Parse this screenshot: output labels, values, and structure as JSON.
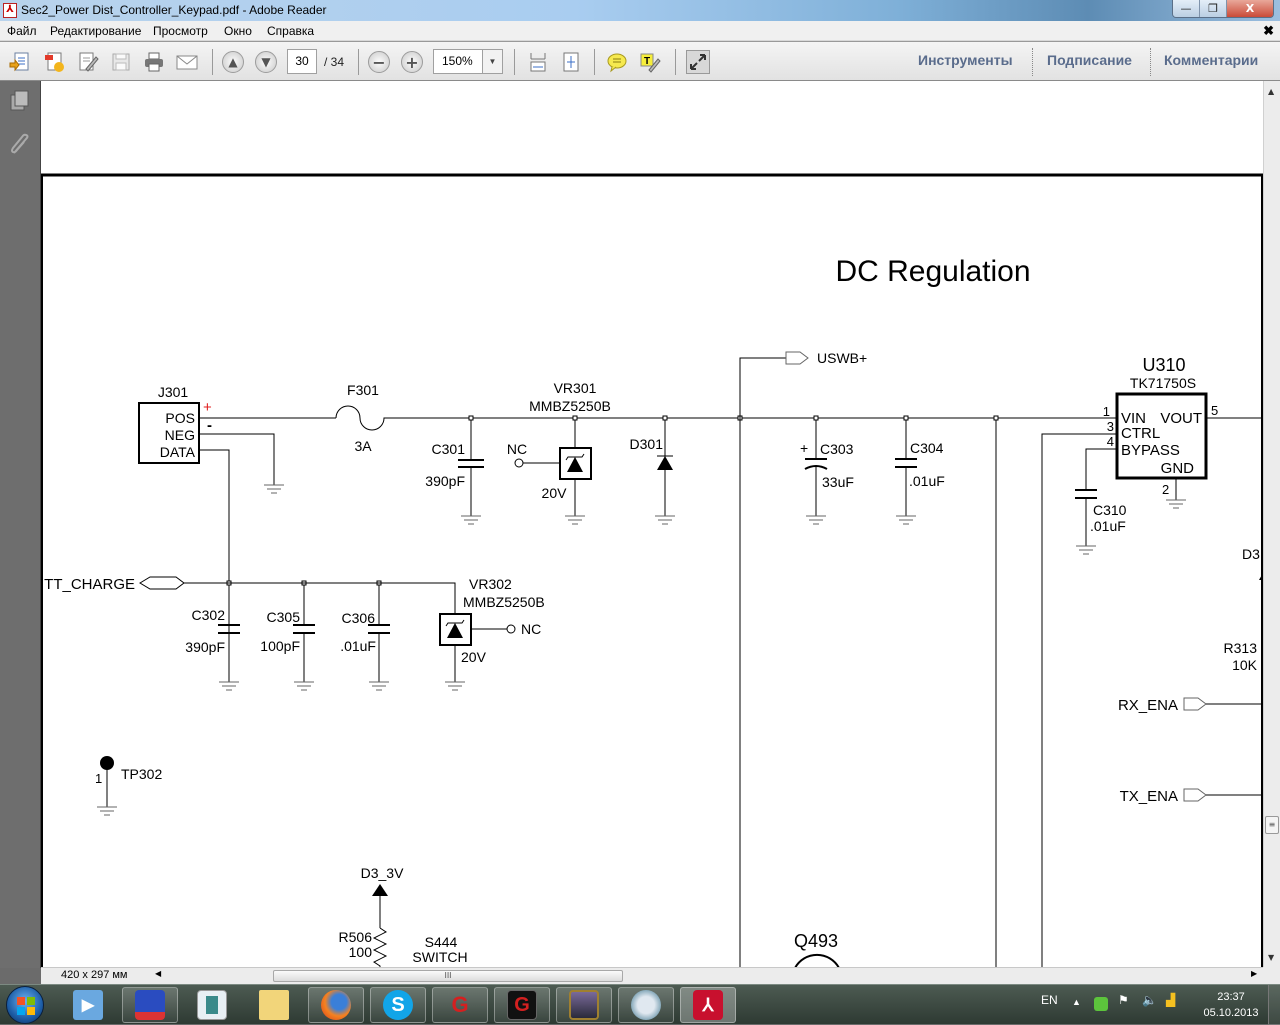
{
  "window": {
    "title": "Sec2_Power Dist_Controller_Keypad.pdf - Adobe Reader",
    "minimize_label": "—",
    "maximize_label": "❐",
    "close_label": "X"
  },
  "menu": {
    "items": [
      "Файл",
      "Редактирование",
      "Просмотр",
      "Окно",
      "Справка"
    ],
    "close_doc": "✖"
  },
  "toolbar": {
    "current_page": "30",
    "total_pages": "/ 34",
    "zoom": "150%",
    "icons": [
      "open-icon",
      "create-pdf-icon",
      "edit-icon",
      "save-icon",
      "print-icon",
      "email-icon",
      "page-up-icon",
      "page-down-icon",
      "zoom-out-icon",
      "zoom-in-icon",
      "fit-width-icon",
      "fit-page-icon",
      "comment-icon",
      "highlight-text-icon",
      "fullscreen-icon"
    ],
    "right_tabs": [
      "Инструменты",
      "Подписание",
      "Комментарии"
    ]
  },
  "left_panel": {
    "icons": [
      "pages-icon",
      "attachments-icon"
    ]
  },
  "document": {
    "page_title": "DC Regulation",
    "labels": {
      "j301": "J301",
      "pos": "POS",
      "neg": "NEG",
      "data": "DATA",
      "plus": "+",
      "minus": "-",
      "f301": "F301",
      "f301_val": "3A",
      "vr301": "VR301",
      "vr301_part": "MMBZ5250B",
      "vr301_v": "20V",
      "nc1": "NC",
      "c301": "C301",
      "c301_val": "390pF",
      "d301": "D301",
      "uswb": "USWB+",
      "c303": "C303",
      "c303_val": "33uF",
      "c303_plus": "+",
      "c304": "C304",
      "c304_val": ".01uF",
      "u310": "U310",
      "u310_part": "TK71750S",
      "vin": "VIN",
      "vout": "VOUT",
      "ctrl": "CTRL",
      "bypass": "BYPASS",
      "gnd": "GND",
      "pin1": "1",
      "pin3": "3",
      "pin4": "4",
      "pin5": "5",
      "pin2": "2",
      "c310": "C310",
      "c310_val": ".01uF",
      "batt_charge": "TT_CHARGE",
      "c302": "C302",
      "c302_val": "390pF",
      "c305": "C305",
      "c305_val": "100pF",
      "c306": "C306",
      "c306_val": ".01uF",
      "vr302": "VR302",
      "vr302_part": "MMBZ5250B",
      "vr302_v": "20V",
      "nc2": "NC",
      "d3": "D3",
      "r313": "R313",
      "r313_val": "10K",
      "rx_ena": "RX_ENA",
      "tx_ena": "TX_ENA",
      "tp302": "TP302",
      "tp302_pin": "1",
      "d3_3v": "D3_3V",
      "r506": "R506",
      "r506_val": "100",
      "s444": "S444",
      "s444_type": "SWITCH",
      "q493": "Q493"
    }
  },
  "statusbar": {
    "page_size": "420 x 297 мм"
  },
  "taskbar": {
    "apps": [
      "media-player",
      "save-app",
      "window-app",
      "explorer",
      "firefox",
      "skype",
      "garena",
      "garena-dark",
      "game-portrait",
      "paint",
      "adobe-reader"
    ],
    "language": "EN",
    "time": "23:37",
    "date": "05.10.2013"
  }
}
